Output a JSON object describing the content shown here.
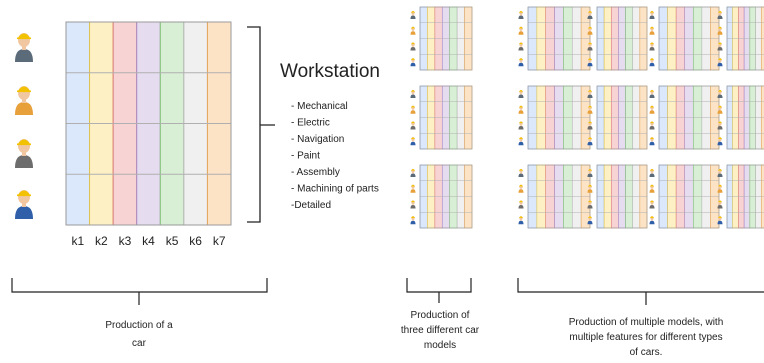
{
  "columns": [
    {
      "label": "k1",
      "fill": "#dbe8fb",
      "stroke": "#7ea6dc"
    },
    {
      "label": "k2",
      "fill": "#fdf0c4",
      "stroke": "#e5c44a"
    },
    {
      "label": "k3",
      "fill": "#f8d3d3",
      "stroke": "#d97a7a"
    },
    {
      "label": "k4",
      "fill": "#e6dcef",
      "stroke": "#a78bc6"
    },
    {
      "label": "k5",
      "fill": "#d8efd5",
      "stroke": "#7fbf77"
    },
    {
      "label": "k6",
      "fill": "#f0f0f0",
      "stroke": "#b8b8b8"
    },
    {
      "label": "k7",
      "fill": "#fde3c6",
      "stroke": "#e3a55a"
    }
  ],
  "workstation": {
    "title": "Workstation",
    "items": [
      "- Mechanical",
      "- Electric",
      "- Navigation",
      "- Paint",
      "- Assembly",
      "- Machining of parts",
      "-Detailed"
    ]
  },
  "captions": {
    "single": [
      "Production of a",
      "car"
    ],
    "three": [
      "Production of",
      "three different car",
      "models"
    ],
    "multiple": [
      "Production of multiple models, with",
      "multiple features for different types",
      "of cars."
    ]
  },
  "workers": [
    {
      "helmet": "#f2c200",
      "shirt": "#5b6b7a",
      "hair": "#2b2b2b"
    },
    {
      "helmet": "#f2c200",
      "shirt": "#e8a03a",
      "hair": "#2b2b2b"
    },
    {
      "helmet": "#f2c200",
      "shirt": "#6d6d6d",
      "hair": "#2b2b2b"
    },
    {
      "helmet": "#f2c200",
      "shirt": "#2f5fa8",
      "hair": "#2b2b2b"
    }
  ]
}
